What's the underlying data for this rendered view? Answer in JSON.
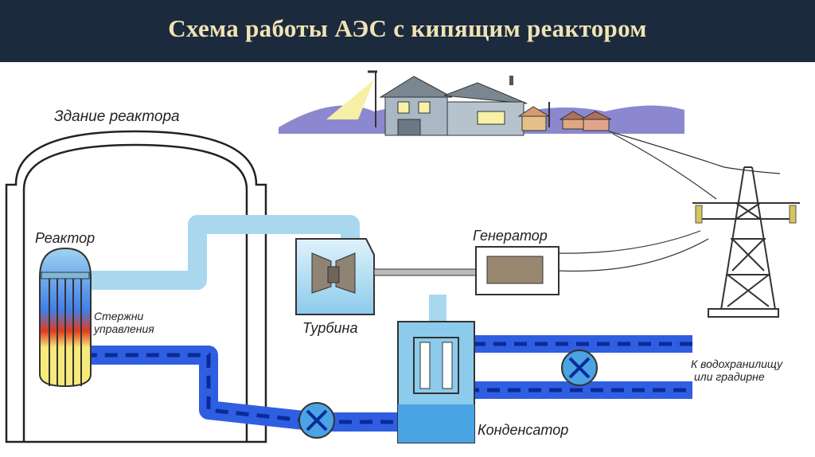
{
  "title": "Схема работы АЭС с кипящим реактором",
  "labels": {
    "reactor_building": "Здание реактора",
    "reactor": "Реактор",
    "control_rods_line1": "Стержни",
    "control_rods_line2": "управления",
    "turbine": "Турбина",
    "generator": "Генератор",
    "condenser": "Конденсатор",
    "cooling_line1": "К водохранилищу",
    "cooling_line2": "или градирне"
  },
  "colors": {
    "header_bg": "#1c2a3d",
    "title_text": "#efe3b5",
    "steam_pipe": "#a9d8ee",
    "water_pipe": "#2f5fe0",
    "flow_dash": "#0a2a9a",
    "hills": "#8c88cf",
    "lamp_glow": "#f6f0a6"
  }
}
